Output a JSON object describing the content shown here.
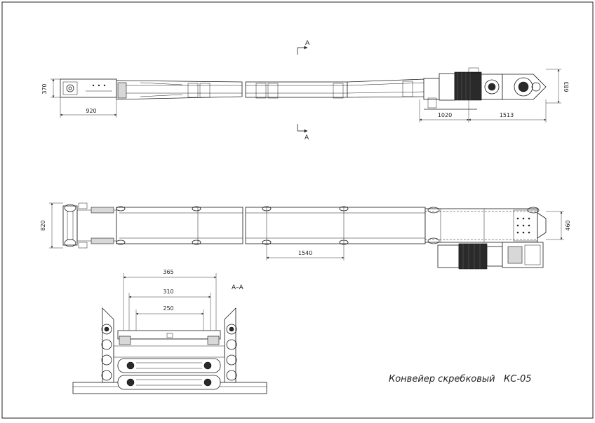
{
  "title": "Конвейер скребковый   КС-05",
  "section_mark": "A",
  "section_title": "A–A",
  "side_view": {
    "height_left": "370",
    "length_left": "920",
    "height_right": "683",
    "length_drive": "1020",
    "length_drive_end": "1513"
  },
  "top_view": {
    "width_left": "820",
    "pitch": "1540",
    "width_right": "460"
  },
  "section_view": {
    "width_outer": "365",
    "width_mid": "310",
    "width_inner": "250"
  }
}
